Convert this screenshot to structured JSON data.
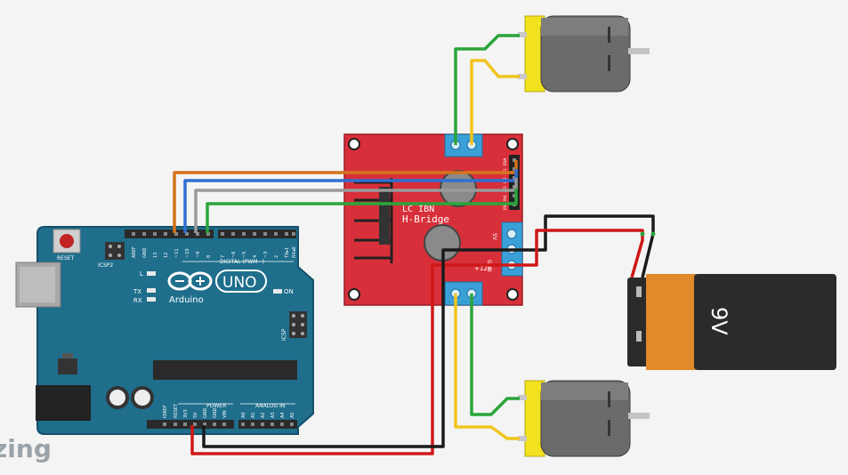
{
  "app": {
    "watermark": "zing"
  },
  "arduino": {
    "reset_label": "RESET",
    "icsp2_label": "ICSP2",
    "icsp_label": "ICSP",
    "brand": "Arduino",
    "model": "UNO",
    "digital_label": "DIGITAL (PWM~)",
    "power_label": "POWER",
    "analog_label": "ANALOG IN",
    "led_l": "L",
    "led_tx": "TX",
    "led_rx": "RX",
    "on_label": "ON",
    "pin_labels_top": [
      "AREF",
      "GND",
      "13",
      "12",
      "~11",
      "~10",
      "~9",
      "8",
      "7",
      "~6",
      "~5",
      "4",
      "~3",
      "2",
      "TX▸1",
      "RX◂0"
    ],
    "pin_labels_bottom": [
      "IOREF",
      "RESET",
      "3V3",
      "5V",
      "GND",
      "GND",
      "VIN",
      "A0",
      "A1",
      "A2",
      "A3",
      "A4",
      "A5"
    ]
  },
  "driver": {
    "title_line1": "LC IBN",
    "title_line2": "H-Bridge",
    "label_12v": "+12V",
    "label_gnd": "GND",
    "label_5v": "5V",
    "header_pins": [
      "ENA",
      "IN1",
      "IN2",
      "IN3",
      "IN4",
      "ENB"
    ]
  },
  "battery": {
    "label": "9V",
    "colors": {
      "body": "#e08a2a",
      "cap": "#2b2b2b"
    }
  },
  "wires": {
    "colors": {
      "orange": "#d4731c",
      "blue": "#2f6fd0",
      "gray": "#9a9a9a",
      "green": "#2aa53a",
      "yellow": "#f0c51c",
      "red": "#d01818",
      "black": "#1a1a1a"
    }
  },
  "colors": {
    "arduino_board": "#1f6e8c",
    "driver_board": "#d8303a",
    "terminal_blue": "#3aa0d8",
    "motor_body": "#6b6b6b",
    "motor_end": "#f2e11e"
  }
}
